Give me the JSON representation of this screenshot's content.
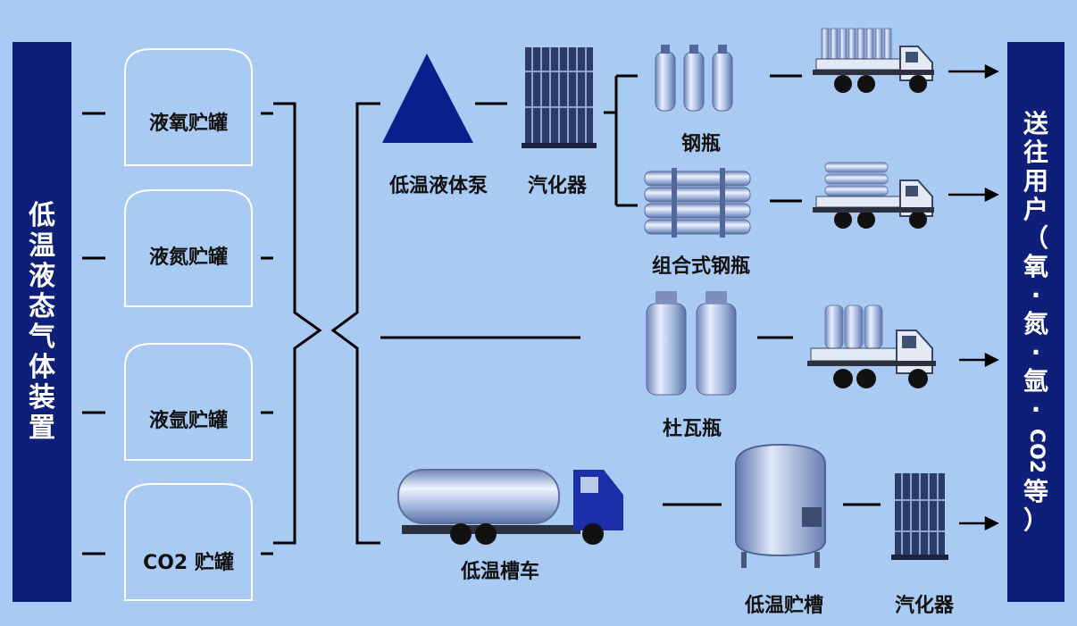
{
  "left_bar": {
    "text": "低温液态气体装置"
  },
  "right_bar": {
    "text": "送往用户（氧·氮·氩·CO2等）"
  },
  "tanks": [
    {
      "label": "液氧贮罐"
    },
    {
      "label": "液氮贮罐"
    },
    {
      "label": "液氩贮罐"
    },
    {
      "label": "CO2 贮罐"
    }
  ],
  "equipment": {
    "pump": "低温液体泵",
    "vaporizer_top": "汽化器",
    "cylinders": "钢瓶",
    "cylinder_bank": "组合式钢瓶",
    "dewar": "杜瓦瓶",
    "tanker_truck": "低温槽车",
    "storage_tank": "低温贮槽",
    "vaporizer_bottom": "汽化器"
  },
  "colors": {
    "background": "#a9cbf3",
    "bar": "#0d1f78",
    "pump": "#0a1e8c",
    "truck_cab": "#1c2fa8",
    "line": "#000000"
  }
}
